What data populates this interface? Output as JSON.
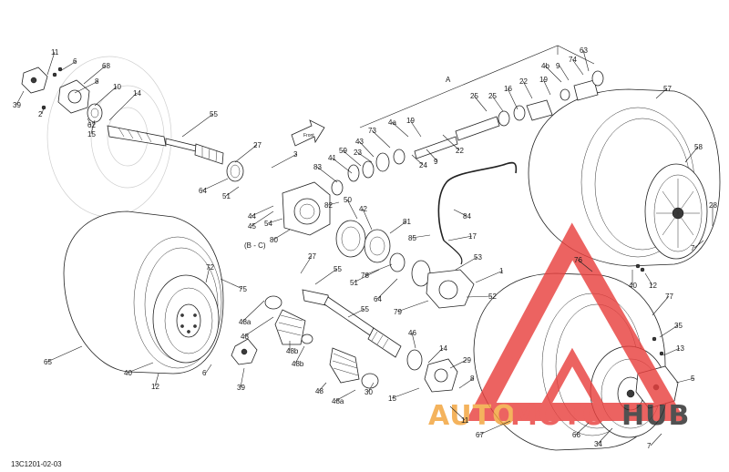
{
  "drawing_code": "13C1201-02-03",
  "direction_tag": "Front Arrow",
  "direction_text": "Front",
  "assembly_letter": "A",
  "sub_assembly_note": "(B - C)",
  "watermark": {
    "brand_part1": "AUTO",
    "brand_part2": "MOTO",
    "brand_part3": "HUB",
    "color_red": "#e8413f",
    "color_orange": "#f2a33a",
    "color_dark": "#2b2b2b"
  },
  "callouts": [
    "11",
    "6",
    "39",
    "2",
    "68",
    "8",
    "10",
    "14",
    "62",
    "15",
    "55",
    "27",
    "3",
    "64",
    "51",
    "44",
    "45",
    "54",
    "80",
    "83",
    "41",
    "59",
    "43",
    "23",
    "73",
    "4a",
    "19",
    "24",
    "9",
    "22",
    "25",
    "25",
    "16",
    "22",
    "19",
    "4b",
    "9",
    "74",
    "63",
    "57",
    "58",
    "82",
    "50",
    "42",
    "81",
    "85",
    "17",
    "84",
    "53",
    "1",
    "52",
    "79",
    "64",
    "51",
    "78",
    "72",
    "75",
    "27",
    "55",
    "48a",
    "48",
    "48b",
    "48b",
    "48",
    "48a",
    "55",
    "46",
    "14",
    "29",
    "30",
    "15",
    "8",
    "11",
    "65",
    "40",
    "12",
    "6",
    "39",
    "67",
    "76",
    "40",
    "12",
    "77",
    "35",
    "13",
    "5",
    "66",
    "34",
    "7",
    "28",
    "7"
  ]
}
